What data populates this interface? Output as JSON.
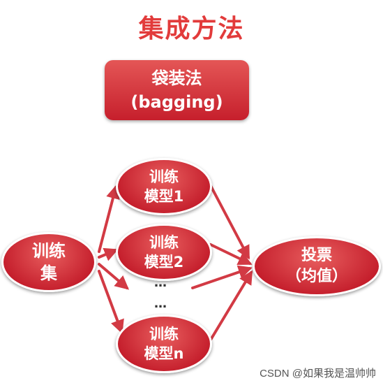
{
  "title": "集成方法",
  "method": {
    "name": "袋装法",
    "english": "(bagging)"
  },
  "nodes": {
    "training_set": {
      "line1": "训练",
      "line2": "集"
    },
    "model_1": {
      "line1": "训练",
      "line2": "模型1"
    },
    "model_2": {
      "line1": "训练",
      "line2": "模型2"
    },
    "model_n": {
      "line1": "训练",
      "line2": "模型n"
    },
    "vote": {
      "line1": "投票",
      "line2": "（均值）"
    }
  },
  "ellipsis": "…",
  "watermark": "CSDN @如果我是温帅帅",
  "colors": {
    "title": "#e23b3b",
    "node": "#c41d2b",
    "arrow": "#d23a44"
  }
}
